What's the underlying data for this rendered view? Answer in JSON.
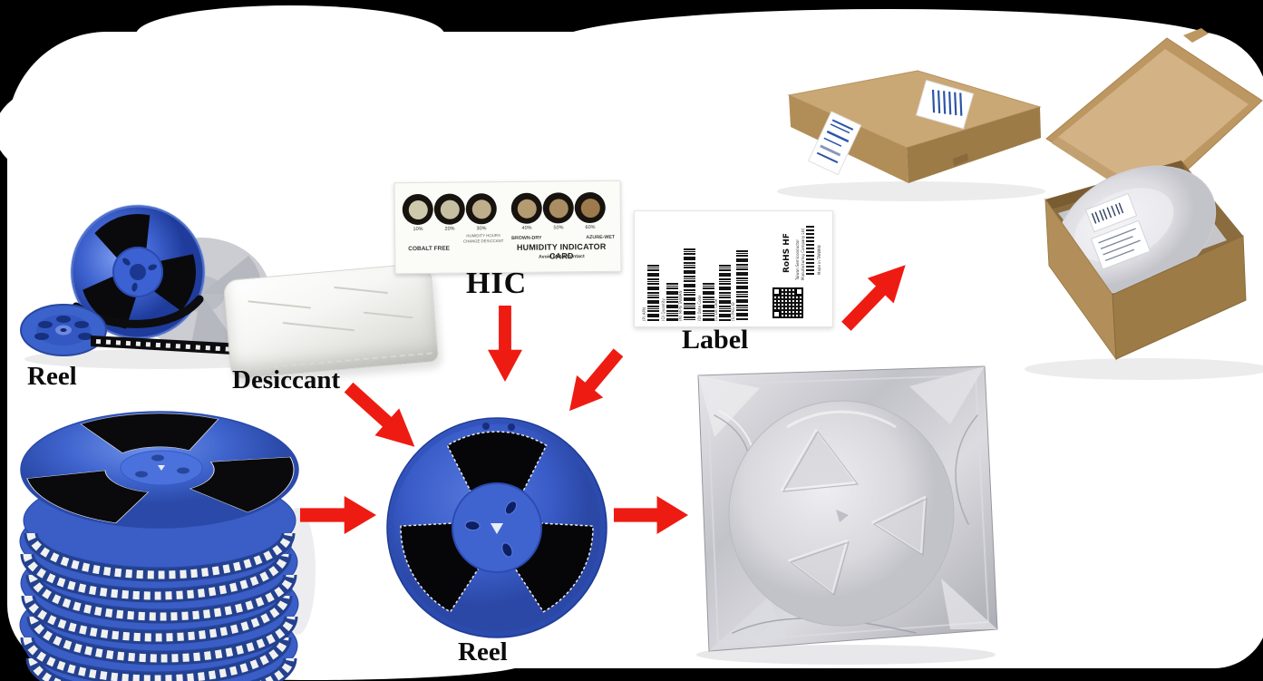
{
  "scene": {
    "captions": {
      "reel_source": "Reel",
      "desiccant": "Desiccant",
      "hic": "HIC",
      "barcode_label": "Label",
      "reel_center": "Reel"
    },
    "colors": {
      "background": "#000000",
      "canvas": "#ffffff",
      "arrow": "#ee1b12",
      "reel_blue": "#3a5ec8",
      "cardboard": "#c8a875",
      "foil": "#c9c9cf"
    },
    "hic_card": {
      "percentages": [
        "10%",
        "20%",
        "30%",
        "40%",
        "50%",
        "60%"
      ],
      "change_note_line1": "HUMIDITY HOURS",
      "change_note_line2": "CHANGE DESICCANT",
      "cobalt_free": "COBALT FREE",
      "brown_dry": "BROWN-DRY",
      "azure_wet": "AZURE-WET",
      "title": "HUMIDITY INDICATOR CARD",
      "subtitle": "Avoid Metal Contact",
      "spot_colors": [
        "#ccc9ac",
        "#c6bfa2",
        "#bfae8c",
        "#b49b72",
        "#aa8d63",
        "#9d7a4b"
      ]
    },
    "shipping_label": {
      "fields": [
        "(P) APN",
        "(Q) Quantity",
        "(M) MPN TAIWAN",
        "(D) Date Code",
        "(L) Lot Code",
        "(S) PKG ID"
      ],
      "rohs": "RoHS HF",
      "company": "Taiwan Semiconductor",
      "company2": "Manufacturing Company Ltd",
      "made_in": "Made in TAIWAN"
    }
  }
}
